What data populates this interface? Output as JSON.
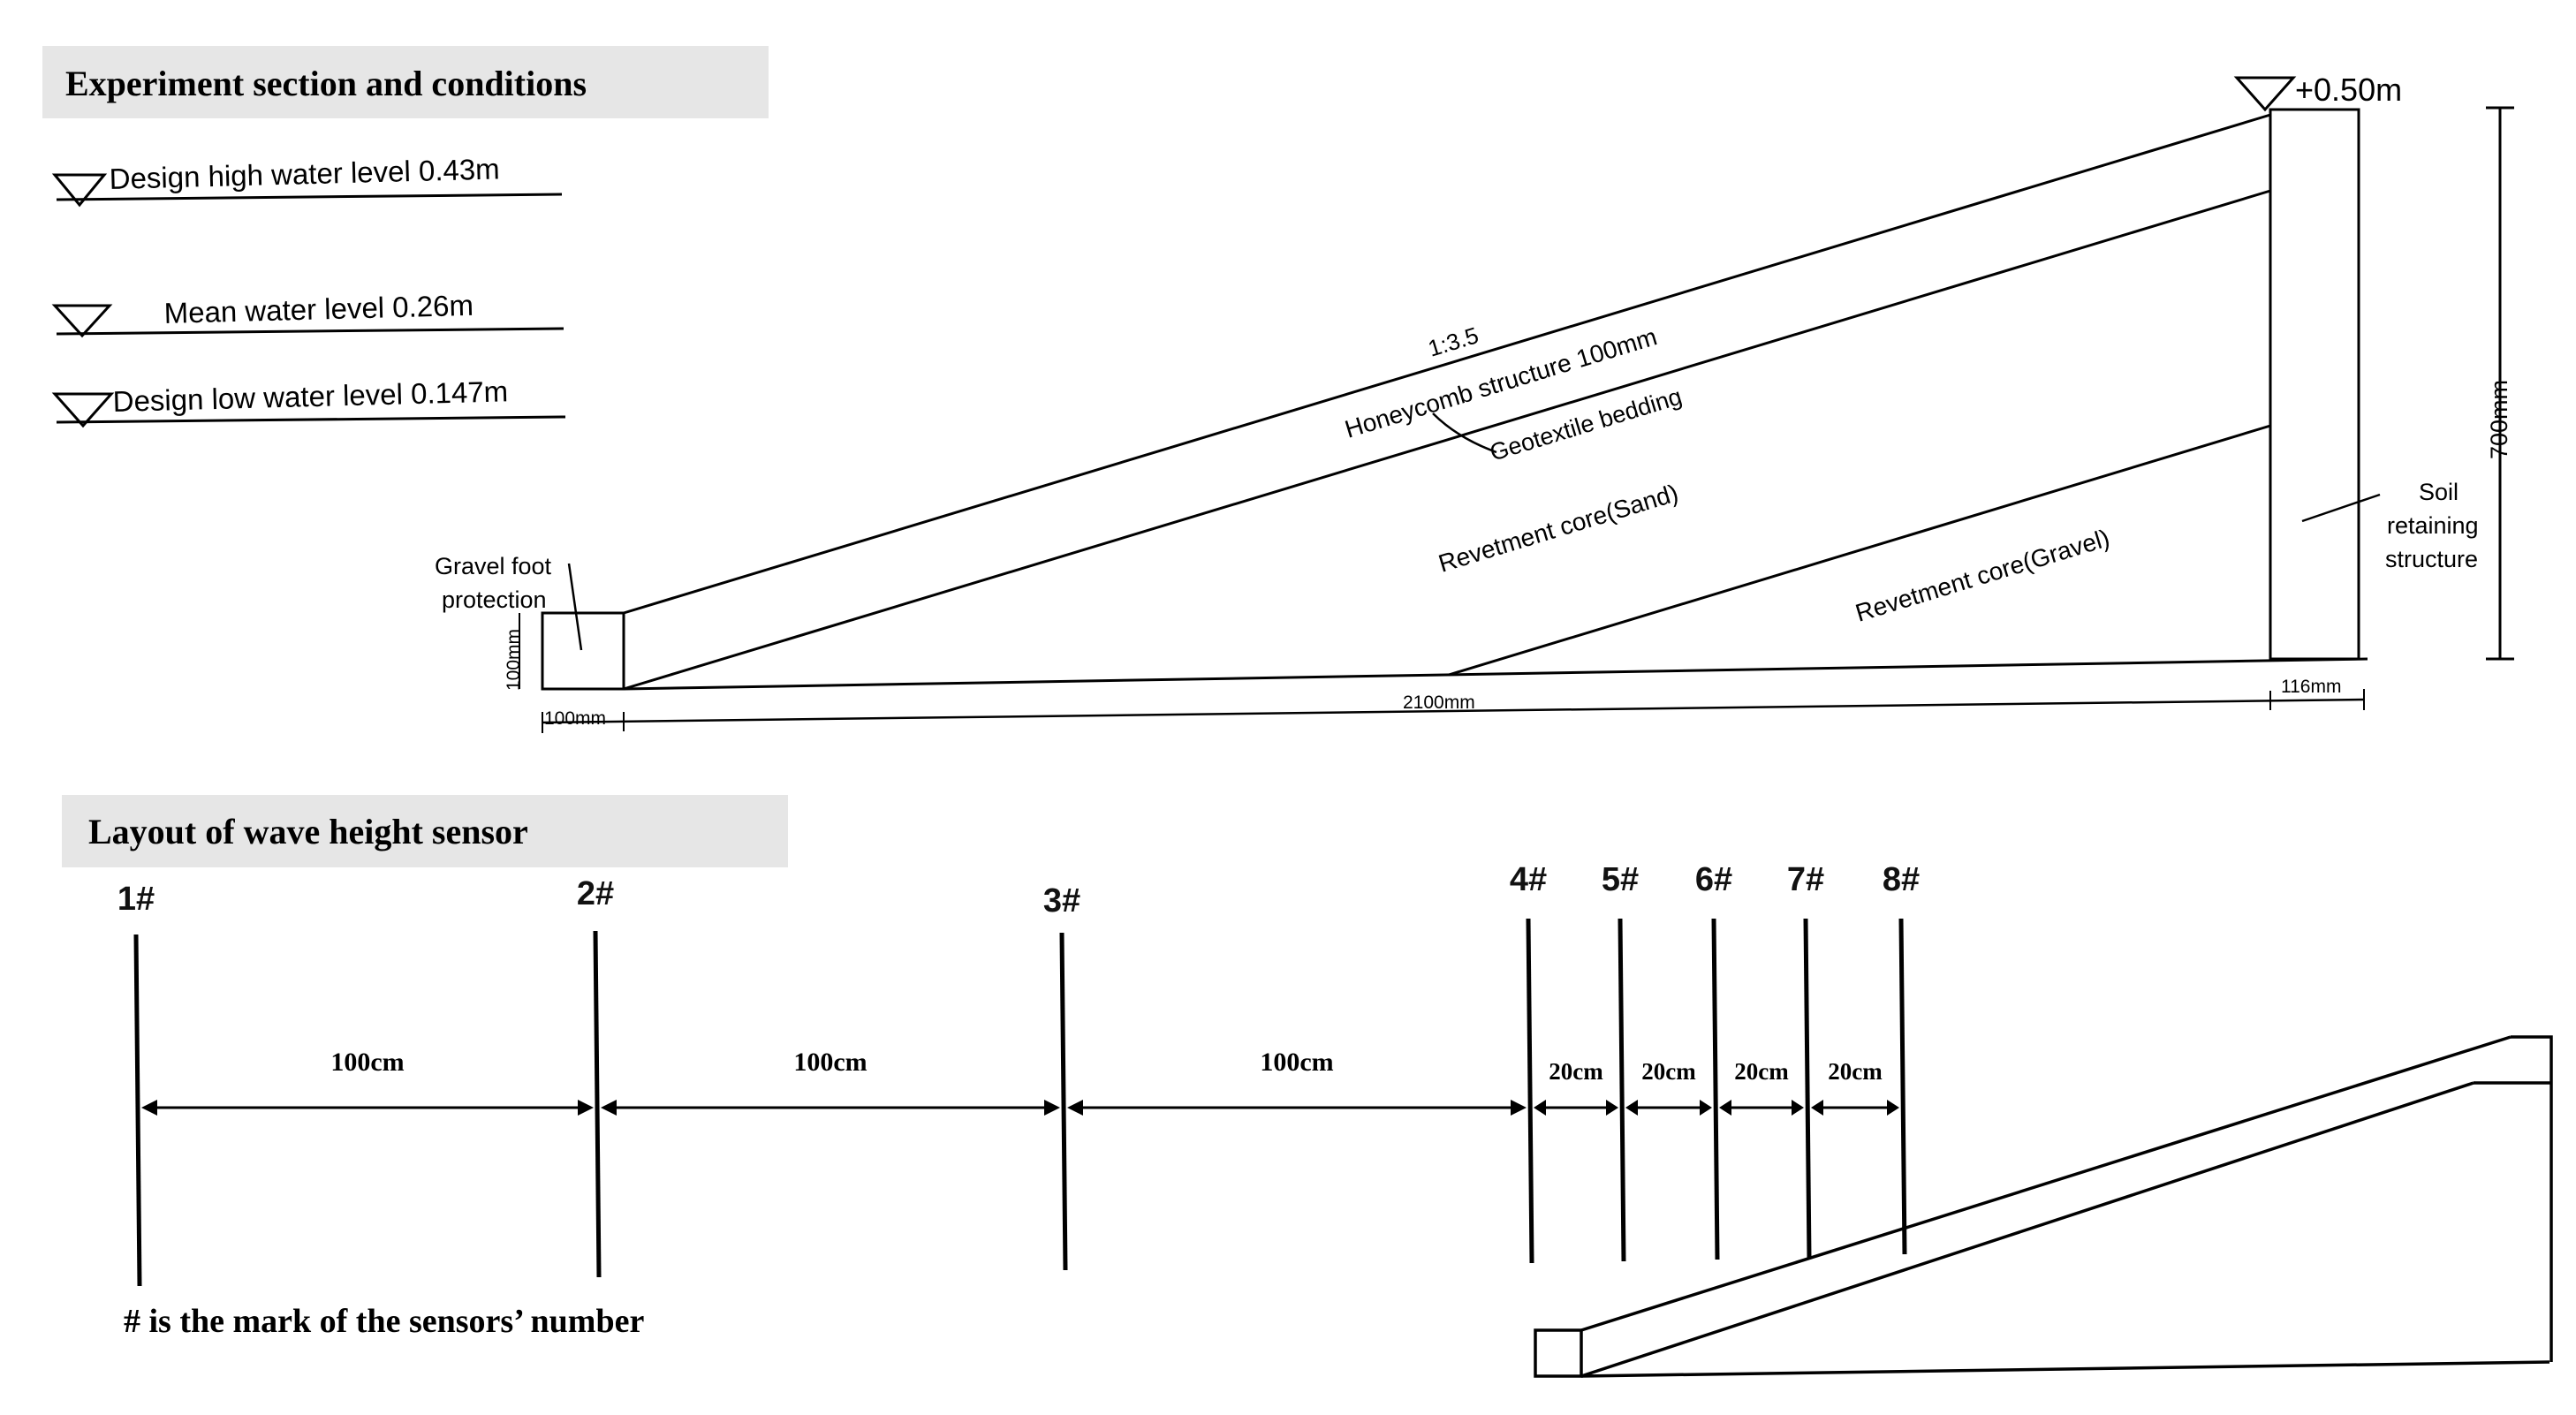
{
  "section_header": "Experiment section and conditions",
  "water_levels": [
    "Design high water level 0.43m",
    "Mean water level 0.26m",
    "Design low water level 0.147m"
  ],
  "crest_level": "+0.50m",
  "slope": "1:3.5",
  "labels": {
    "honeycomb": "Honeycomb structure 100mm",
    "geotextile": "Geotextile bedding",
    "core_sand": "Revetment core(Sand)",
    "core_gravel": "Revetment core(Gravel)",
    "gravel_foot_1": "Gravel foot",
    "gravel_foot_2": "protection",
    "soil_1": "Soil",
    "soil_2": "retaining",
    "soil_3": "structure"
  },
  "dimensions": {
    "foot_height": "100mm",
    "foot_width": "100mm",
    "slope_length": "2100mm",
    "wall_width": "116mm",
    "height": "700mm"
  },
  "layout_header": "Layout of wave height sensor",
  "sensors": [
    "1#",
    "2#",
    "3#",
    "4#",
    "5#",
    "6#",
    "7#",
    "8#"
  ],
  "spacings": [
    "100cm",
    "100cm",
    "100cm",
    "20cm",
    "20cm",
    "20cm",
    "20cm"
  ],
  "note": "# is the mark of the sensors’ number"
}
